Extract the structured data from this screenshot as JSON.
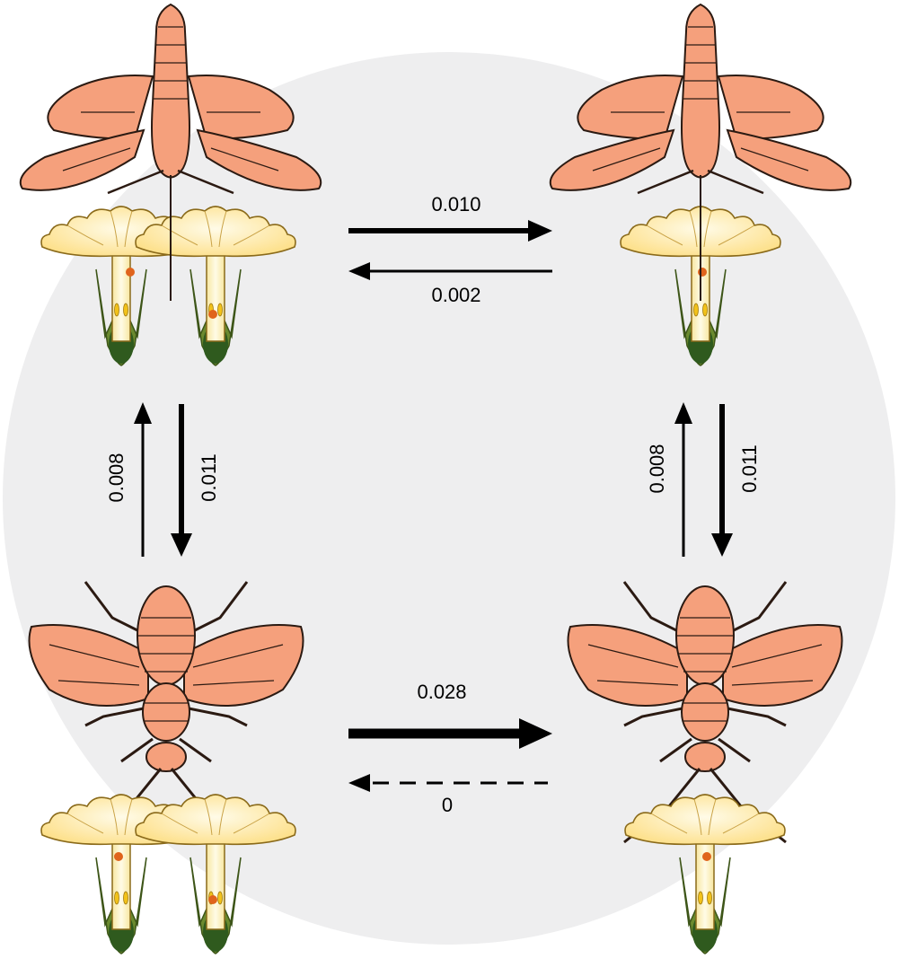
{
  "colors": {
    "background_circle": "#eeeeef",
    "insect_fill": "#f5a07c",
    "insect_stroke": "#2b1a12",
    "flower_petal": "#fde9a4",
    "flower_petal_center": "#fff8dc",
    "flower_stroke": "#8a6a1a",
    "pollen": "#f2c21a",
    "stigma": "#e0641c",
    "sepal": "#5b7a2a",
    "ovary": "#2f5a1e",
    "arrow": "#000000"
  },
  "nodes": [
    {
      "id": "moth-two-flowers",
      "pollinator": "moth",
      "flowers": 2
    },
    {
      "id": "moth-one-flower",
      "pollinator": "moth",
      "flowers": 1
    },
    {
      "id": "bee-two-flowers",
      "pollinator": "bee",
      "flowers": 2
    },
    {
      "id": "bee-one-flower",
      "pollinator": "bee",
      "flowers": 1
    }
  ],
  "transitions": {
    "top_forward": {
      "from": "moth-two-flowers",
      "to": "moth-one-flower",
      "label": "0.010",
      "style": "thick"
    },
    "top_backward": {
      "from": "moth-one-flower",
      "to": "moth-two-flowers",
      "label": "0.002",
      "style": "thin"
    },
    "left_up": {
      "from": "bee-two-flowers",
      "to": "moth-two-flowers",
      "label": "0.008",
      "style": "thin"
    },
    "left_down": {
      "from": "moth-two-flowers",
      "to": "bee-two-flowers",
      "label": "0.011",
      "style": "thick"
    },
    "right_up": {
      "from": "bee-one-flower",
      "to": "moth-one-flower",
      "label": "0.008",
      "style": "thin"
    },
    "right_down": {
      "from": "moth-one-flower",
      "to": "bee-one-flower",
      "label": "0.011",
      "style": "thick"
    },
    "bottom_forward": {
      "from": "bee-two-flowers",
      "to": "bee-one-flower",
      "label": "0.028",
      "style": "thickest"
    },
    "bottom_backward": {
      "from": "bee-one-flower",
      "to": "bee-two-flowers",
      "label": "0",
      "style": "dashed"
    }
  }
}
